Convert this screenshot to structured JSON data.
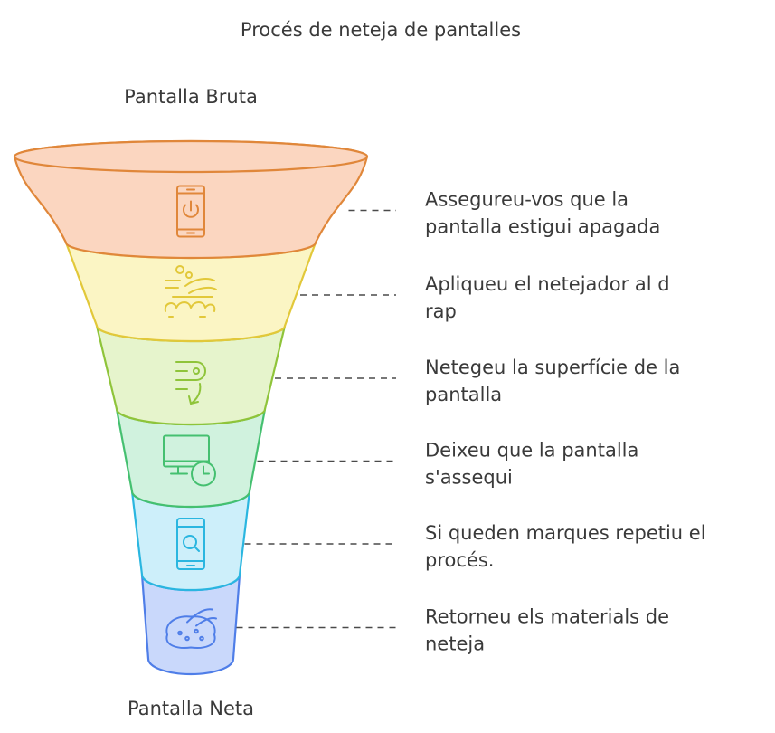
{
  "title": "Procés de neteja de pantalles",
  "top_label": "Pantalla Bruta",
  "bottom_label": "Pantalla Neta",
  "stages": [
    {
      "lines": [
        "Assegureu-vos que la",
        "pantalla estigui apagada"
      ],
      "icon": "phone-power-icon",
      "fill": "#fbd6c0",
      "stroke": "#e0873a"
    },
    {
      "lines": [
        "Apliqueu el netejador al d",
        "rap"
      ],
      "icon": "cleaning-hand-icon",
      "fill": "#fbf5c4",
      "stroke": "#e2c83a"
    },
    {
      "lines": [
        "Netegeu la superfície de la",
        "pantalla"
      ],
      "icon": "wipe-finger-icon",
      "fill": "#e6f4cc",
      "stroke": "#8fc43a"
    },
    {
      "lines": [
        "Deixeu que la pantalla",
        "s'assequi"
      ],
      "icon": "monitor-clock-icon",
      "fill": "#d0f2de",
      "stroke": "#45c070"
    },
    {
      "lines": [
        "Si queden marques repetiu el",
        "procés."
      ],
      "icon": "phone-search-icon",
      "fill": "#cdeffa",
      "stroke": "#2ab6e0"
    },
    {
      "lines": [
        "Retorneu els materials de",
        "neteja"
      ],
      "icon": "cloth-hand-icon",
      "fill": "#c9d8fb",
      "stroke": "#4f7ee8"
    }
  ]
}
